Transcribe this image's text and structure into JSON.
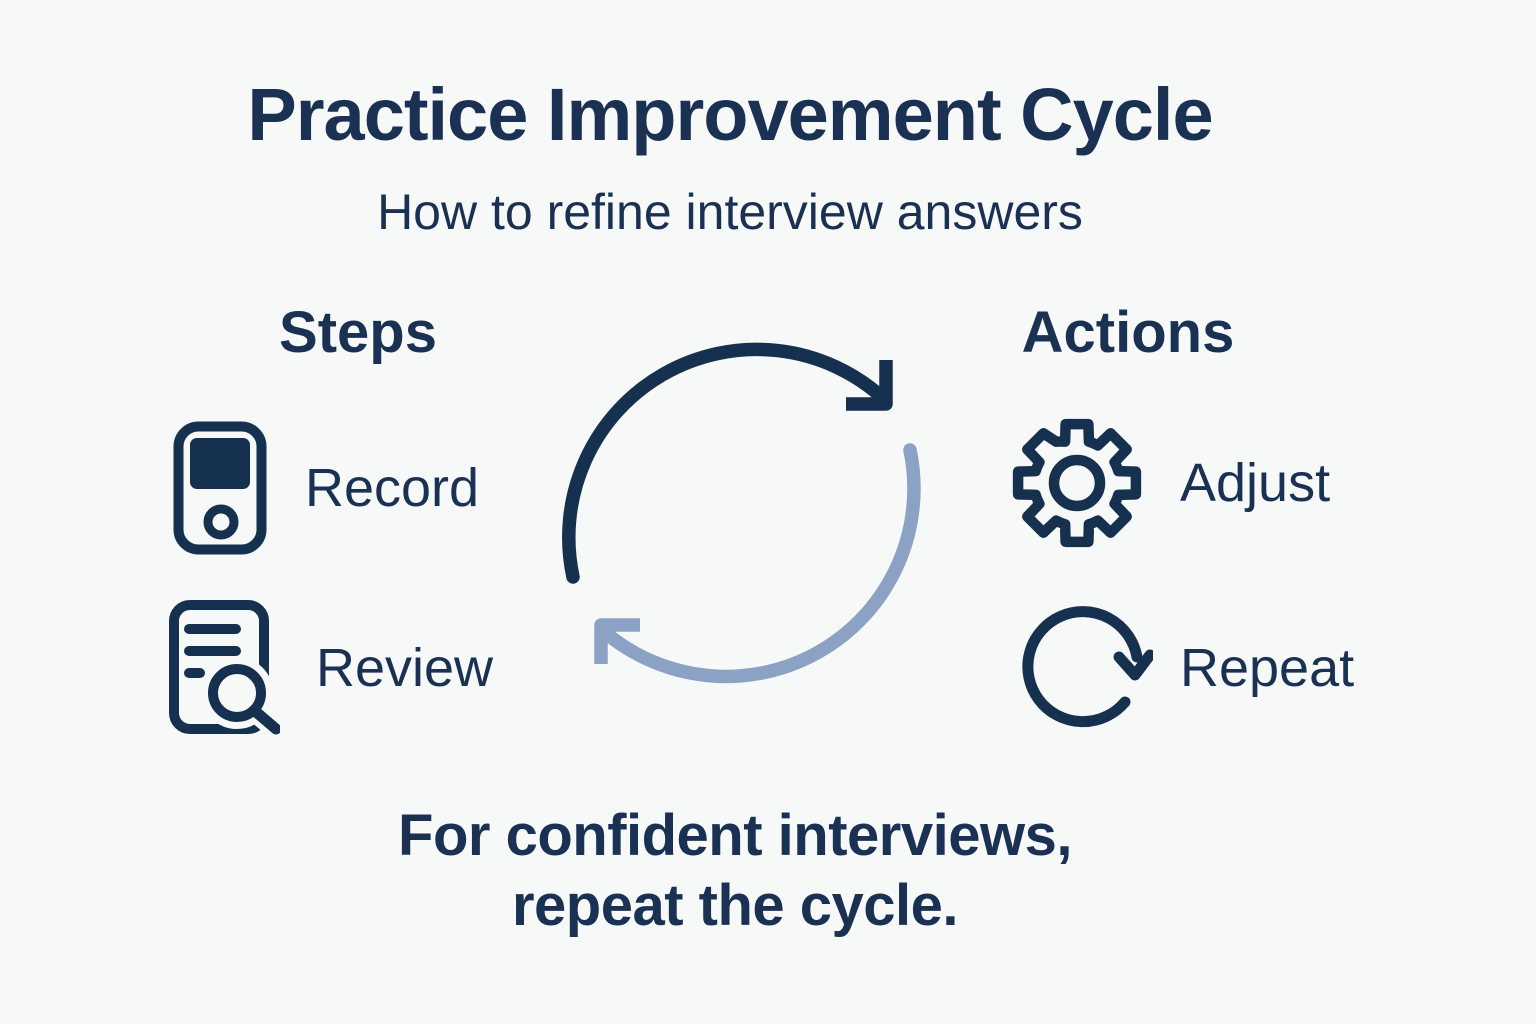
{
  "page": {
    "background_color": "#f7f9f9"
  },
  "colors": {
    "navy": "#16304f",
    "text_navy": "#1a3154",
    "light_blue": "#8ba2c4"
  },
  "header": {
    "title": "Practice Improvement Cycle",
    "subtitle": "How to refine interview answers"
  },
  "steps": {
    "heading": "Steps",
    "items": [
      {
        "label": "Record",
        "icon": "voice-recorder-icon"
      },
      {
        "label": "Review",
        "icon": "document-search-icon"
      }
    ]
  },
  "actions": {
    "heading": "Actions",
    "items": [
      {
        "label": "Adjust",
        "icon": "gear-icon"
      },
      {
        "label": "Repeat",
        "icon": "circular-arrow-icon"
      }
    ]
  },
  "cycle": {
    "direction": "clockwise",
    "top_arc_color": "#16304f",
    "bottom_arc_color": "#8ba2c4"
  },
  "caption": {
    "line1": "For confident interviews,",
    "line2": "repeat the cycle."
  }
}
